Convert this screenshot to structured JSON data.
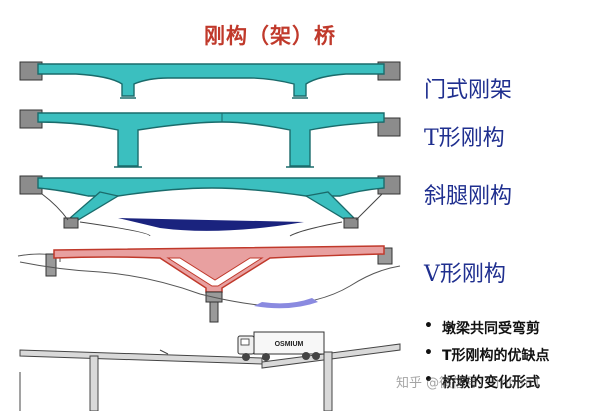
{
  "title": "刚构（架）桥",
  "bridge_types": [
    {
      "label": "门式刚架"
    },
    {
      "label": "T形刚构"
    },
    {
      "label": "斜腿刚构"
    },
    {
      "label": "V形刚构"
    }
  ],
  "bullets": [
    "墩梁共同受弯剪",
    "T形刚构的优缺点",
    "桥墩的变化形式"
  ],
  "truck_label": "OSMIUM",
  "watermark": "知乎 @微信号：fmbim1",
  "colors": {
    "title": "#c0392b",
    "label": "#1f2f8f",
    "structure_fill": "#3bbfbf",
    "structure_stroke": "#1a6b6b",
    "v_frame_fill": "#e8a0a0",
    "moment_fill": "#1a237e",
    "water": "#8a8ae0"
  }
}
